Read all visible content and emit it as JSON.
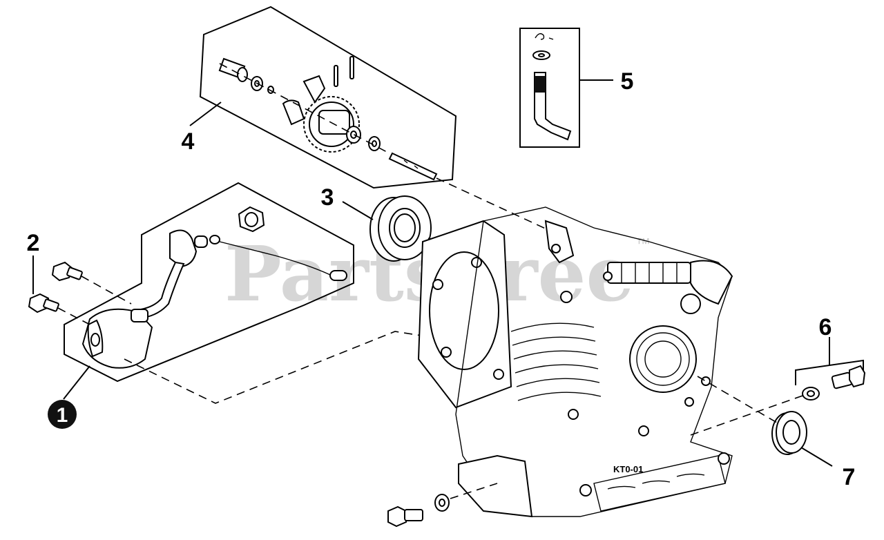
{
  "watermark": {
    "text": "PartsTree",
    "trademark": "™"
  },
  "callouts": [
    {
      "number": "1",
      "style": "filled-circle"
    },
    {
      "number": "2",
      "style": "plain"
    },
    {
      "number": "3",
      "style": "plain"
    },
    {
      "number": "4",
      "style": "plain"
    },
    {
      "number": "5",
      "style": "plain"
    },
    {
      "number": "6",
      "style": "plain"
    },
    {
      "number": "7",
      "style": "plain"
    }
  ],
  "casting_stamp": "KT0-01",
  "colors": {
    "line": "#000000",
    "background": "#ffffff",
    "watermark": "#c9c9c9"
  }
}
